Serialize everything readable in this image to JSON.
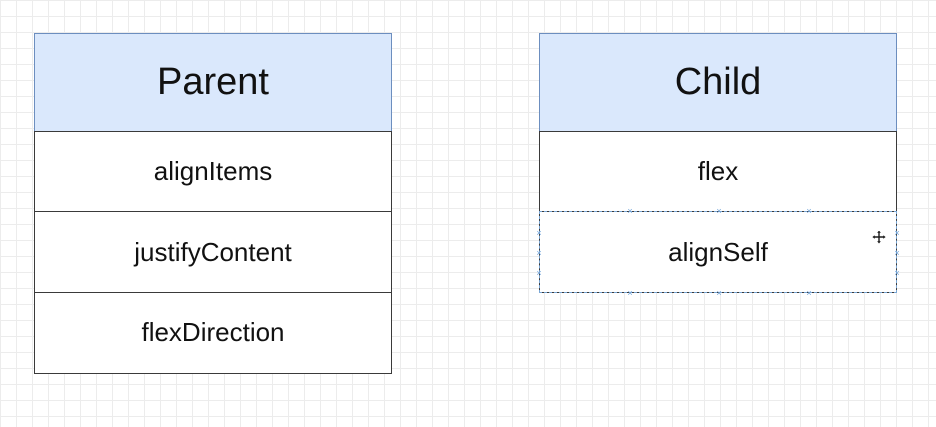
{
  "parent": {
    "title": "Parent",
    "rows": [
      "alignItems",
      "justifyContent",
      "flexDirection"
    ]
  },
  "child": {
    "title": "Child",
    "rows": [
      "flex",
      "alignSelf"
    ]
  },
  "colors": {
    "header_fill": "#dae8fc",
    "header_border": "#6c8ebf",
    "cell_border": "#3a3a3a",
    "selection": "#6fa2d8"
  },
  "icons": {
    "move_cursor": "move-cursor-icon"
  }
}
